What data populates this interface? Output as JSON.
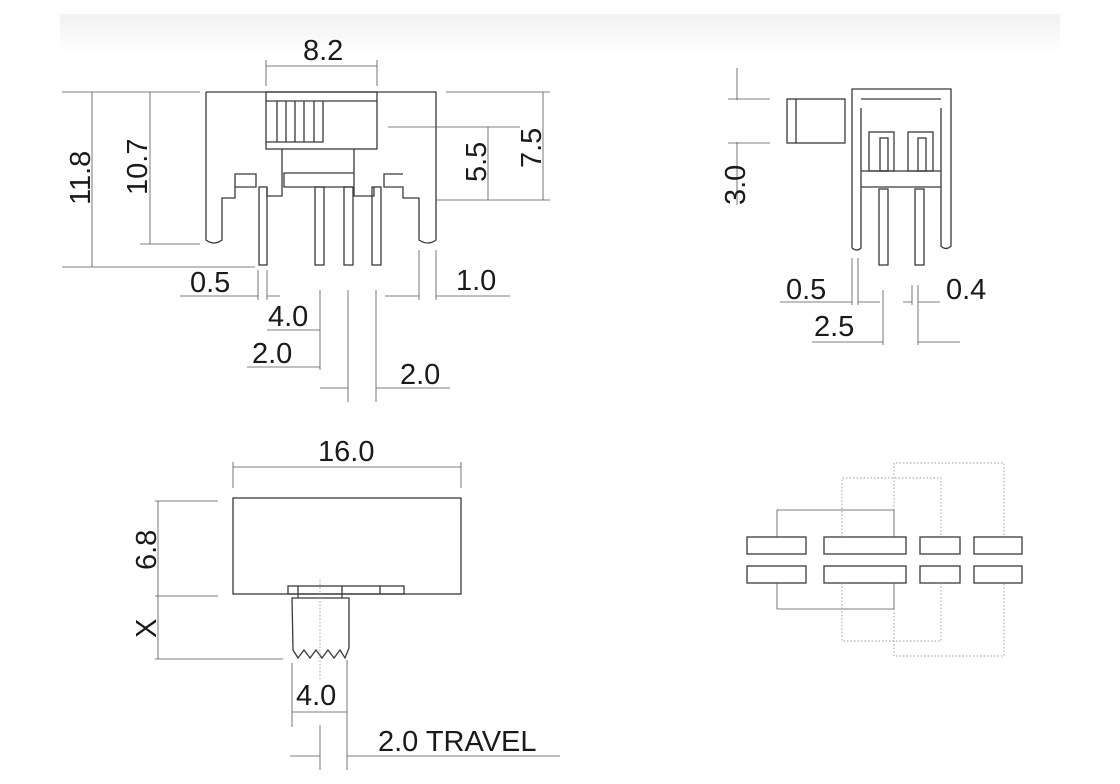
{
  "front_view": {
    "width_top": "8.2",
    "height_total": "11.8",
    "height_body": "10.7",
    "height_slider_center": "5.5",
    "height_right": "7.5",
    "leg_width": "0.5",
    "leg_right": "1.0",
    "pin_pitch_a": "4.0",
    "pin_pitch_b": "2.0",
    "pin_pitch_c": "2.0"
  },
  "side_view": {
    "knob_height": "3.0",
    "leg_thickness": "0.5",
    "pin_thickness": "0.4",
    "pin_row_pitch": "2.5"
  },
  "bottom_view": {
    "body_length": "16.0",
    "body_height": "6.8",
    "knob_length": "X",
    "knob_width": "4.0",
    "travel": "2.0 TRAVEL"
  }
}
